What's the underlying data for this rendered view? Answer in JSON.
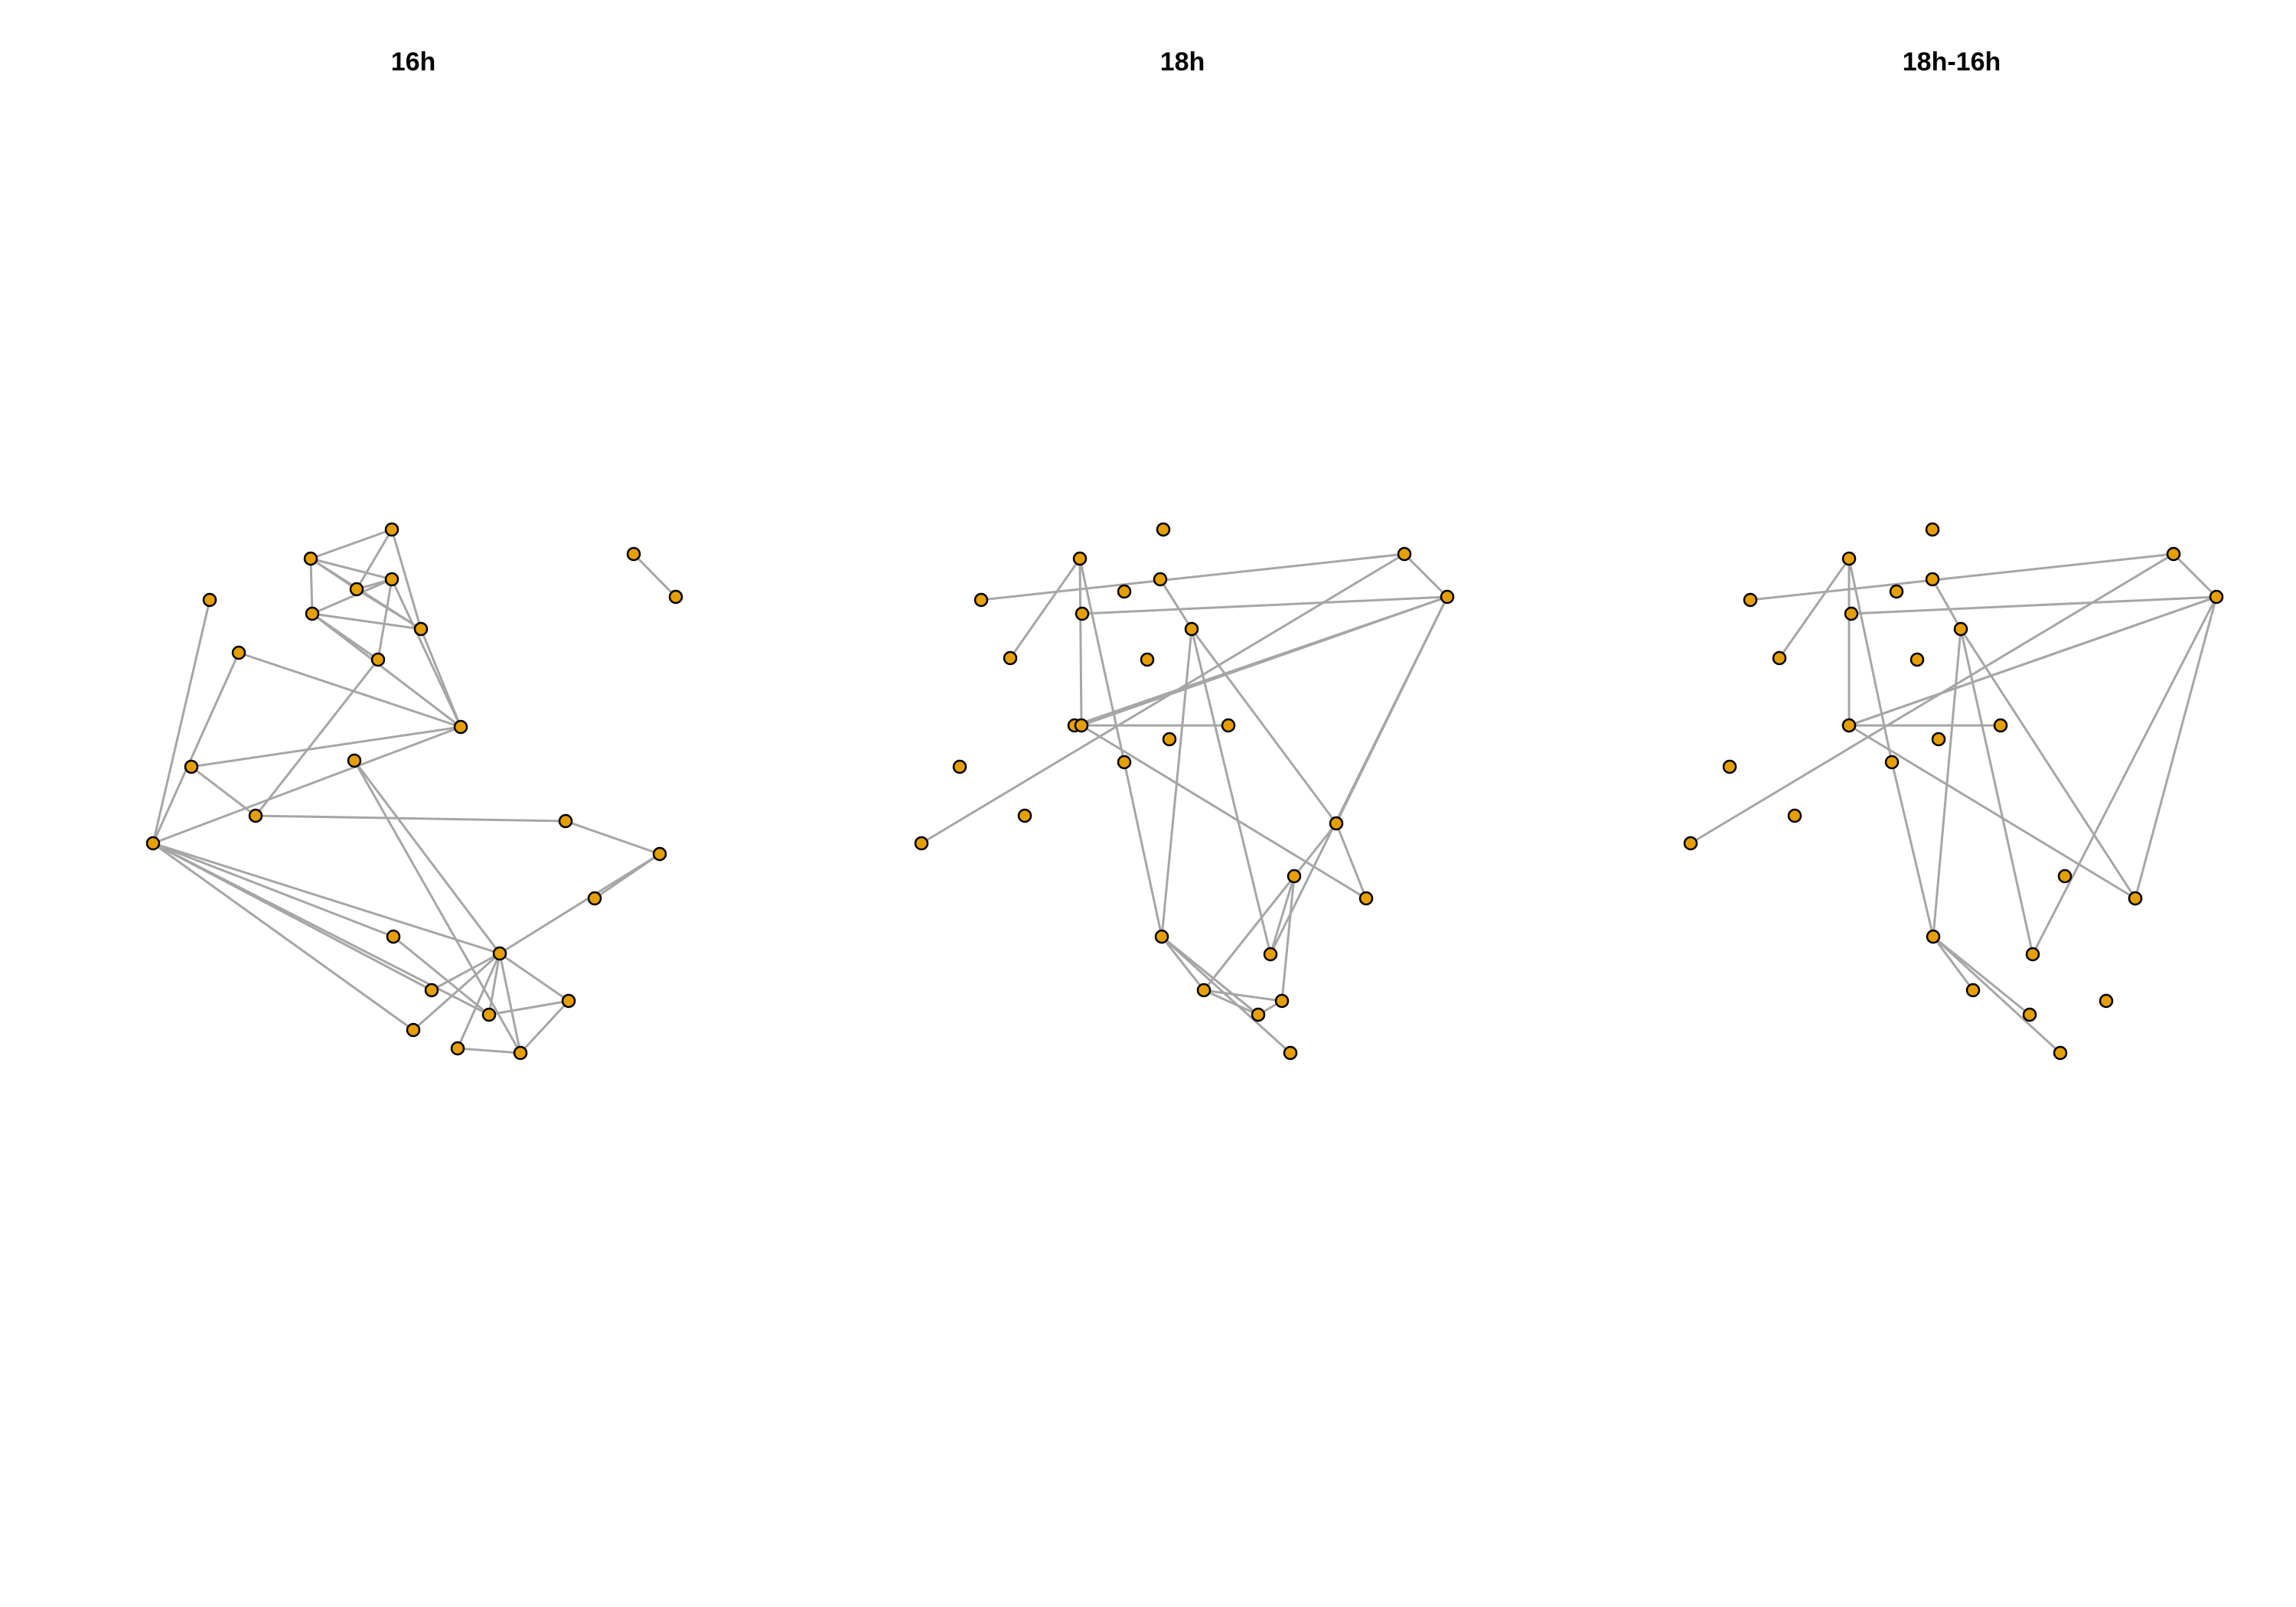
{
  "colors": {
    "node_fill": "#E69F00",
    "node_stroke": "#000000",
    "edge": "#A6A6A6",
    "background": "#FFFFFF"
  },
  "panels": [
    {
      "title": "16h",
      "edges": [
        [
          0,
          1
        ],
        [
          0,
          2
        ],
        [
          0,
          5
        ],
        [
          1,
          2
        ],
        [
          1,
          3
        ],
        [
          1,
          4
        ],
        [
          1,
          5
        ],
        [
          2,
          5
        ],
        [
          2,
          3
        ],
        [
          3,
          4
        ],
        [
          3,
          6
        ],
        [
          3,
          7
        ],
        [
          4,
          5
        ],
        [
          4,
          6
        ],
        [
          4,
          7
        ],
        [
          5,
          6
        ],
        [
          6,
          12
        ],
        [
          6,
          9
        ],
        [
          6,
          10
        ],
        [
          7,
          11
        ],
        [
          8,
          12
        ],
        [
          9,
          12
        ],
        [
          10,
          11
        ],
        [
          11,
          14
        ],
        [
          12,
          13
        ],
        [
          12,
          20
        ],
        [
          12,
          17
        ],
        [
          12,
          18
        ],
        [
          12,
          19
        ],
        [
          13,
          20
        ],
        [
          14,
          15
        ],
        [
          15,
          16
        ],
        [
          15,
          17
        ],
        [
          17,
          18
        ],
        [
          17,
          19
        ],
        [
          17,
          20
        ],
        [
          17,
          21
        ],
        [
          17,
          22
        ],
        [
          17,
          23
        ],
        [
          17,
          24
        ],
        [
          20,
          23
        ],
        [
          21,
          22
        ],
        [
          22,
          23
        ],
        [
          22,
          24
        ],
        [
          25,
          26
        ]
      ]
    },
    {
      "title": "18h",
      "edges": [
        [
          4,
          27
        ],
        [
          1,
          8
        ],
        [
          1,
          14
        ],
        [
          1,
          13
        ],
        [
          3,
          7
        ],
        [
          13,
          11
        ],
        [
          13,
          27
        ],
        [
          5,
          26
        ],
        [
          11,
          27
        ],
        [
          13,
          25
        ],
        [
          7,
          18
        ],
        [
          7,
          19
        ],
        [
          7,
          21
        ],
        [
          14,
          19
        ],
        [
          12,
          26
        ],
        [
          20,
          18
        ],
        [
          19,
          24
        ],
        [
          19,
          23
        ],
        [
          19,
          22
        ],
        [
          17,
          20
        ],
        [
          17,
          23
        ],
        [
          17,
          22
        ],
        [
          19,
          23
        ],
        [
          21,
          22
        ],
        [
          22,
          23
        ],
        [
          26,
          27
        ],
        [
          16,
          13
        ],
        [
          21,
          27
        ],
        [
          18,
          27
        ],
        [
          25,
          21
        ]
      ]
    },
    {
      "title": "18h-16h",
      "edges": [
        [
          4,
          27
        ],
        [
          1,
          8
        ],
        [
          1,
          14
        ],
        [
          1,
          13
        ],
        [
          3,
          7
        ],
        [
          13,
          11
        ],
        [
          13,
          27
        ],
        [
          5,
          26
        ],
        [
          11,
          27
        ],
        [
          13,
          25
        ],
        [
          7,
          18
        ],
        [
          7,
          19
        ],
        [
          7,
          21
        ],
        [
          14,
          19
        ],
        [
          12,
          26
        ],
        [
          26,
          27
        ],
        [
          16,
          13
        ],
        [
          21,
          27
        ],
        [
          18,
          27
        ],
        [
          25,
          21
        ],
        [
          19,
          24
        ],
        [
          19,
          23
        ],
        [
          19,
          22
        ]
      ]
    }
  ]
}
